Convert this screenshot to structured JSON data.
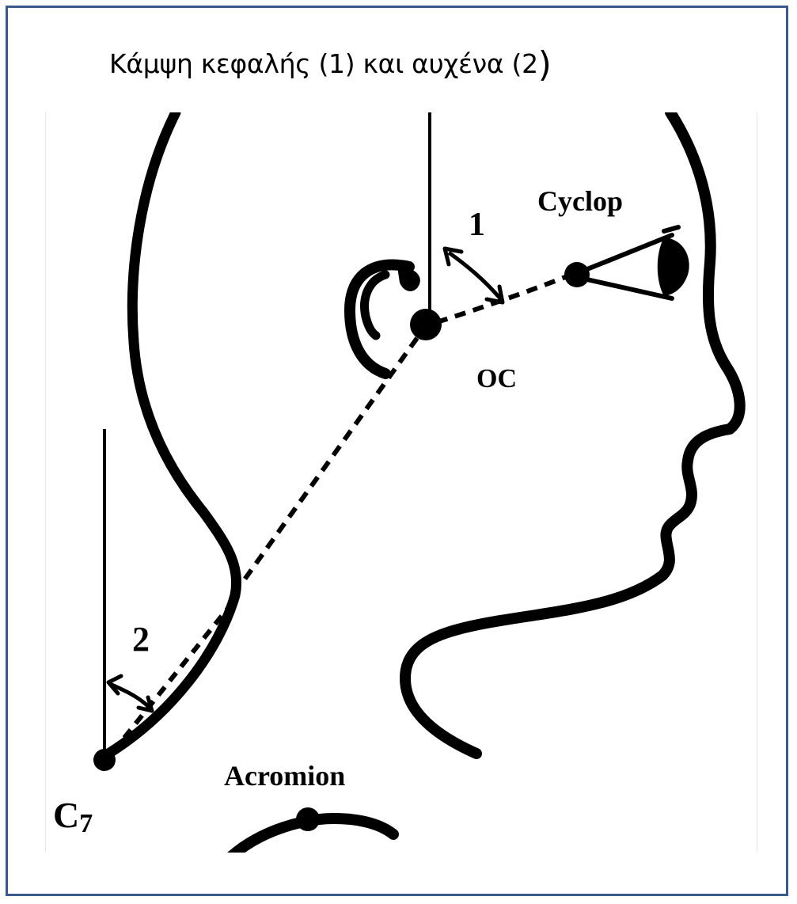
{
  "title": {
    "text": "Κάμψη κεφαλής (1) και αυχένα (2",
    "closing_paren": ")"
  },
  "diagram": {
    "angle_label_head": "1",
    "angle_label_neck": "2",
    "point_eye": "Cyclop",
    "point_ear": "OC",
    "point_shoulder": "Acromion",
    "point_neck_base": "C",
    "point_neck_base_sub": "7"
  },
  "colors": {
    "frame_border": "#3a5a8c",
    "ink": "#000000"
  }
}
